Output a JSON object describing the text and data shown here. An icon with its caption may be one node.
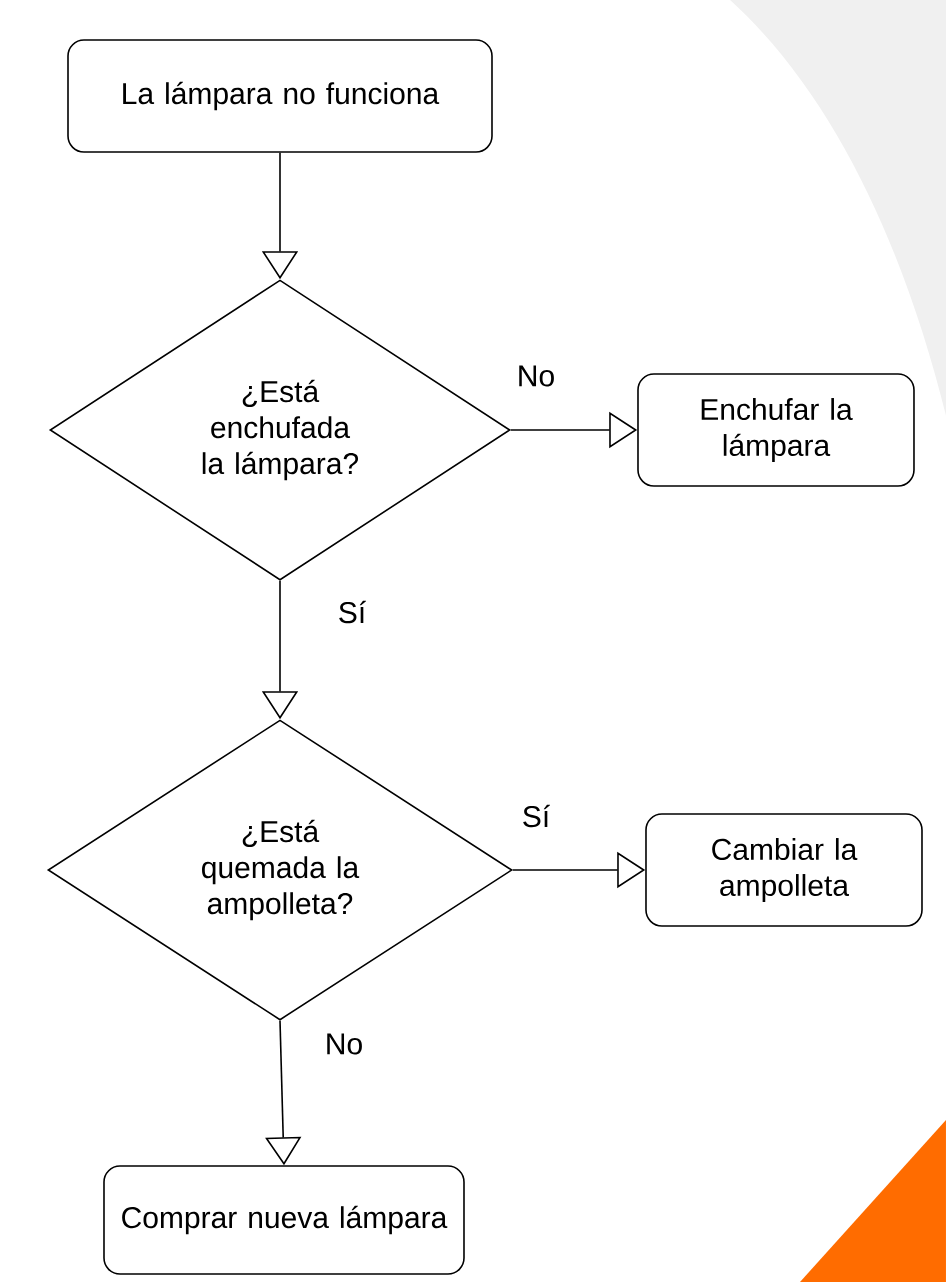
{
  "diagram": {
    "nodes": [
      {
        "text": [
          "La lámpara no funciona"
        ]
      },
      {
        "text": [
          "¿Está enchufada la lámpara?"
        ]
      },
      {
        "text": [
          "Enchufar la lámpara"
        ]
      },
      {
        "text": [
          "¿Está quemada la ampolleta?"
        ]
      },
      {
        "text": [
          "Cambiar la ampolleta"
        ]
      },
      {
        "text": [
          "Comprar nueva lámpara"
        ]
      }
    ],
    "edges": [
      {
        "from": 0,
        "to": 1,
        "arrow": "to"
      },
      {
        "from": 1,
        "to": 2,
        "arrow": "to",
        "label": "No"
      },
      {
        "from": 1,
        "to": 3,
        "arrow": "to",
        "label": "Sí"
      },
      {
        "from": 3,
        "to": 4,
        "arrow": "to",
        "label": "Sí"
      },
      {
        "from": 3,
        "to": 5,
        "arrow": "to",
        "label": "No"
      }
    ]
  }
}
